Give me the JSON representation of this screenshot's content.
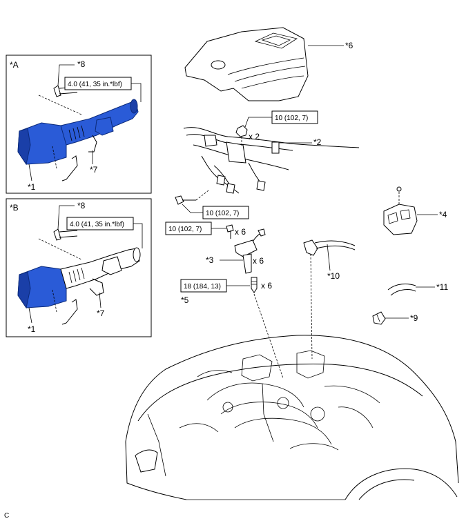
{
  "diagram_code": "C",
  "insets": {
    "a": {
      "label": "*A",
      "hose_label": "*8",
      "torque": "4.0 (41, 35 in.*lbf)",
      "part_1": "*1",
      "part_7": "*7"
    },
    "b": {
      "label": "*B",
      "hose_label": "*8",
      "torque": "4.0 (41, 35 in.*lbf)",
      "part_1": "*1",
      "part_7": "*7"
    }
  },
  "callouts": {
    "engine_cover": "*6",
    "wire_harness": "*2",
    "ignition_coil": "*3",
    "relay_block": "*4",
    "spark_plug": "*5",
    "clamp": "*9",
    "vacuum_hose": "*10",
    "hose_11": "*11"
  },
  "torques": {
    "harness_nut": "10 (102, 7)",
    "harness_bolt": "10 (102, 7)",
    "coil_bolt": "10 (102, 7)",
    "spark_plug": "18 (184, 13)"
  },
  "quantities": {
    "harness_nut": "x 2",
    "coil_bolt": "x 6",
    "ignition_coil": "x 6",
    "spark_plug": "x 6"
  },
  "colors": {
    "highlight_part": "#2a5bd7",
    "line": "#000000"
  }
}
